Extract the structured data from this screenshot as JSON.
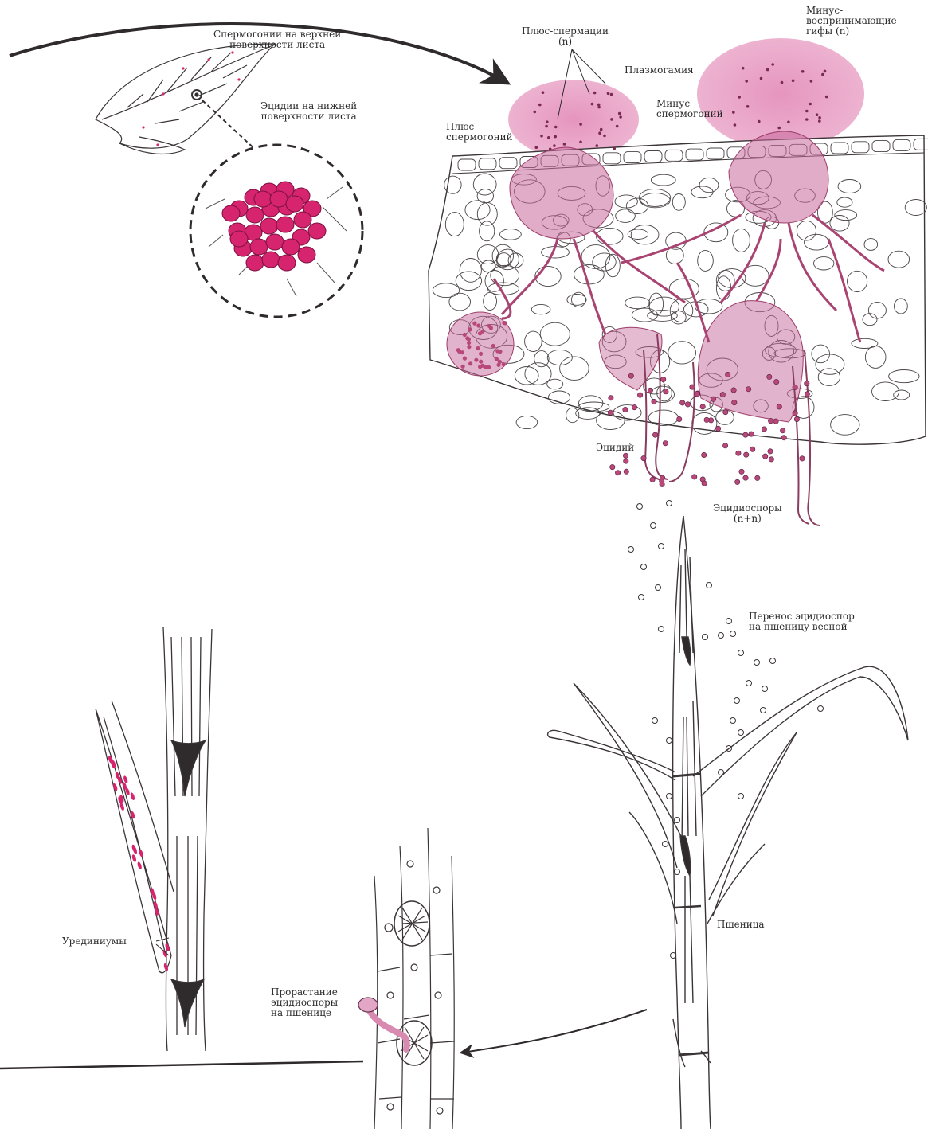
{
  "labels": {
    "spermogonia_upper": [
      "Спермогонии на верхней",
      "поверхности листа"
    ],
    "aecia_lower": [
      "Эцидии на нижней",
      "поверхности листа"
    ],
    "plus_spermatia": [
      "Плюс-спермации",
      "(n)"
    ],
    "plasmogamy": "Плазмогамия",
    "minus_hyphae": [
      "Минус-",
      "воспринимающие",
      "гифы (n)"
    ],
    "minus_spermogonium": [
      "Минус-",
      "спермогоний"
    ],
    "plus_spermogonium": [
      "Плюс-",
      "спермогоний"
    ],
    "aecium": "Эцидий",
    "aeciospores": [
      "Эцидиоспоры",
      "(n+n)"
    ],
    "transfer": [
      "Перенос эцидиоспор",
      "на пшеницу весной"
    ],
    "wheat": "Пшеница",
    "germination": [
      "Прорастание",
      "эцидиоспоры",
      "на пшенице"
    ],
    "uredinia": "Урединиумы"
  },
  "colors": {
    "ink": "#2f2a2c",
    "magenta": "#d6246e",
    "pink_halo": "#e79ac1",
    "fungus": "#b8487a"
  }
}
